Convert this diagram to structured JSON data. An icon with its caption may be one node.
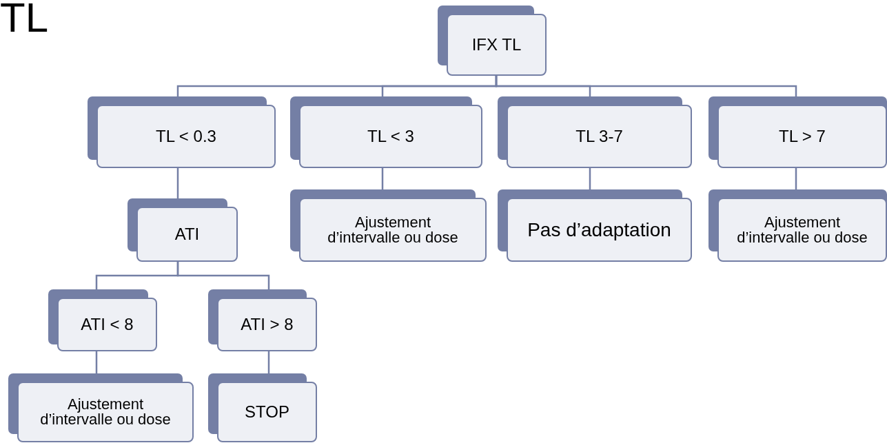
{
  "diagram": {
    "title": "TL",
    "nodes": [
      {
        "text": [
          "IFX TL"
        ]
      },
      {
        "text": [
          "TL < 0.3"
        ]
      },
      {
        "text": [
          "TL < 3"
        ]
      },
      {
        "text": [
          "TL 3-7"
        ]
      },
      {
        "text": [
          "TL > 7"
        ]
      },
      {
        "text": [
          "ATI"
        ]
      },
      {
        "text": [
          "Ajustement d’intervalle ou dose"
        ]
      },
      {
        "text": [
          "Pas d’adaptation"
        ]
      },
      {
        "text": [
          "Ajustement d’intervalle ou dose"
        ]
      },
      {
        "text": [
          "ATI < 8"
        ]
      },
      {
        "text": [
          "ATI > 8"
        ]
      },
      {
        "text": [
          "Ajustement d’intervalle ou dose"
        ]
      },
      {
        "text": [
          "STOP"
        ]
      }
    ],
    "edges": [
      {
        "from": 0,
        "to": 1,
        "arrow": "none"
      },
      {
        "from": 0,
        "to": 2,
        "arrow": "none"
      },
      {
        "from": 0,
        "to": 3,
        "arrow": "none"
      },
      {
        "from": 0,
        "to": 4,
        "arrow": "none"
      },
      {
        "from": 1,
        "to": 5,
        "arrow": "none"
      },
      {
        "from": 2,
        "to": 6,
        "arrow": "none"
      },
      {
        "from": 3,
        "to": 7,
        "arrow": "none"
      },
      {
        "from": 4,
        "to": 8,
        "arrow": "none"
      },
      {
        "from": 5,
        "to": 9,
        "arrow": "none"
      },
      {
        "from": 5,
        "to": 10,
        "arrow": "none"
      },
      {
        "from": 9,
        "to": 11,
        "arrow": "none"
      },
      {
        "from": 10,
        "to": 12,
        "arrow": "none"
      }
    ]
  }
}
